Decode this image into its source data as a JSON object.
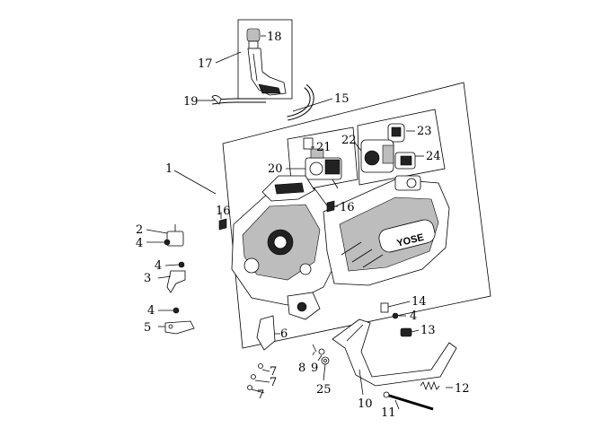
{
  "callouts": {
    "c1": "1",
    "c2": "2",
    "c3": "3",
    "c4a": "4",
    "c4b": "4",
    "c4c": "4",
    "c4d": "4",
    "c5": "5",
    "c6": "6",
    "c7a": "7",
    "c7b": "7",
    "c7c": "7",
    "c8": "8",
    "c9": "9",
    "c10": "10",
    "c11": "11",
    "c12": "12",
    "c13": "13",
    "c14": "14",
    "c15": "15",
    "c16a": "16",
    "c16b": "16",
    "c17": "17",
    "c18": "18",
    "c19": "19",
    "c20": "20",
    "c21": "21",
    "c22": "22",
    "c23": "23",
    "c24": "24",
    "c25": "25"
  },
  "cover_lettering": "YOSE",
  "colors": {
    "line": "#000000",
    "fill": "#ffffff",
    "shade": "#bdbdbd",
    "dark": "#222222"
  }
}
